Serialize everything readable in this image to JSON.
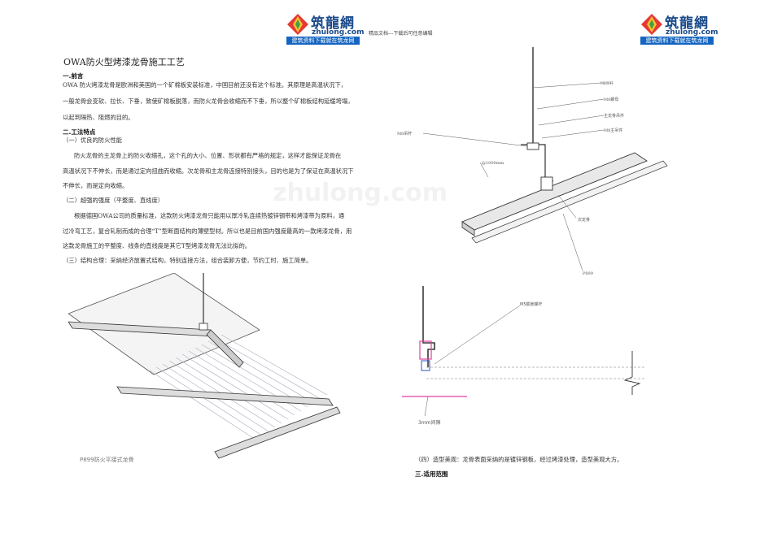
{
  "header": {
    "logo_cn": "筑龍網",
    "logo_en": "zhulong.com",
    "logo_band": "建筑资料下载就在筑龙网",
    "note": "精品文档---下载后可任意编辑"
  },
  "doc": {
    "title": "OWA防火型烤漆龙骨施工工艺",
    "s1_heading": "一.前言",
    "s1_line1": "OWA 防火烤漆龙骨是欧洲和美国的一个矿棉板安装标准，中国目前还没有这个标准。其原理是高温状况下，",
    "s1_line2": "一般龙骨会变软、拉长、下垂，致使矿棉板脱落，而防火龙骨会收缩而不下垂，所以整个矿棉板结构延缓垮塌，",
    "s1_line3": "以起到隔热、阻燃的目的。",
    "s2_heading": "二.工法特点",
    "s2_sub1": "（一）优良的防火性能",
    "s2_p1_line1": "防火龙骨的主龙骨上的防火收缩孔，这个孔的大小、位置、形状都有严格的规定，这样才能保证龙骨在",
    "s2_p1_line2": "高温状况下不伸长，而是通过定向扭曲而收缩。次龙骨和主龙骨连接特别接头，目的也是为了保证在高温状况下",
    "s2_p1_line3": "不伸长，而是定向收缩。",
    "s2_sub2": "（二）超强的强度（平整度、直线度）",
    "s2_p2_line1": "根据德国OWA公司的质量标准，这款防火烤漆龙骨只能用以厚冷轧连续热镀锌钢带和烤漆带为原料，通",
    "s2_p2_line2": "过冷弯工艺，复合轧制而成的合理“T”型断面结构的薄壁型材。所以也是目前国内强度最高的一款烤漆龙骨，用",
    "s2_p2_line3": "这款龙骨施工的平整度、线条的直线度是其它T型烤漆龙骨无法比拟的。",
    "s2_sub3": "（三）结构合理：采纳经济放置式结构，特别连接方法，组合装卸方便，节约工时、施工简单。",
    "s2_sub4": "（四）造型美观：龙骨表面采纳的是镀锌钢板，经过烤漆处理，造型美观大方。",
    "s3_heading": "三.适用范围"
  },
  "figures": {
    "fig1_caption": "P899防火平接式龙骨",
    "fig2_labels": {
      "l1": "M8吊杆",
      "l2": "@1000mm",
      "l3": "M8螺母",
      "l4": "主龙骨吊件",
      "l5": "M8主吊件",
      "l6": "次龙骨",
      "l7": "P899"
    },
    "fig3_labels": {
      "l1": "M5膨胀螺杆",
      "l2": "3mm间隙"
    },
    "watermark": "zhulong.com"
  },
  "colors": {
    "logo_blue": "#1a4a8a",
    "band_blue": "#1565c0",
    "drawing_line": "#3a3a3a",
    "fig3_magenta": "#e040a0",
    "fig3_blue": "#3050c0"
  }
}
